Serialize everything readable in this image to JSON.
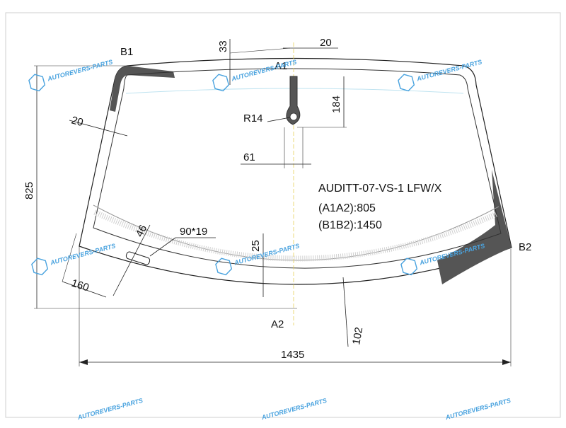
{
  "drawing": {
    "model_code": "AUDITT-07-VS-1 LFW/X",
    "a1a2_text": "(A1A2):805",
    "b1b2_text": "(B1B2):1450"
  },
  "points": {
    "a1": "A1",
    "a2": "A2",
    "b1": "B1",
    "b2": "B2"
  },
  "dimensions": {
    "top_band": "33",
    "sensor_width": "20",
    "sensor_height": "184",
    "radius": "R14",
    "sensor_offset": "61",
    "side_band": "20",
    "height": "825",
    "corner_offset": "46",
    "vin_window": "90*19",
    "bottom_band": "25",
    "lower_left": "160",
    "bottom_edge": "102",
    "total_width": "1435"
  },
  "watermark": {
    "text": "AUTOREVERS-PARTS"
  },
  "colors": {
    "outline": "#222222",
    "frit": "#555555",
    "watermark": "#4aa3df",
    "centerline": "#e6d25a"
  }
}
